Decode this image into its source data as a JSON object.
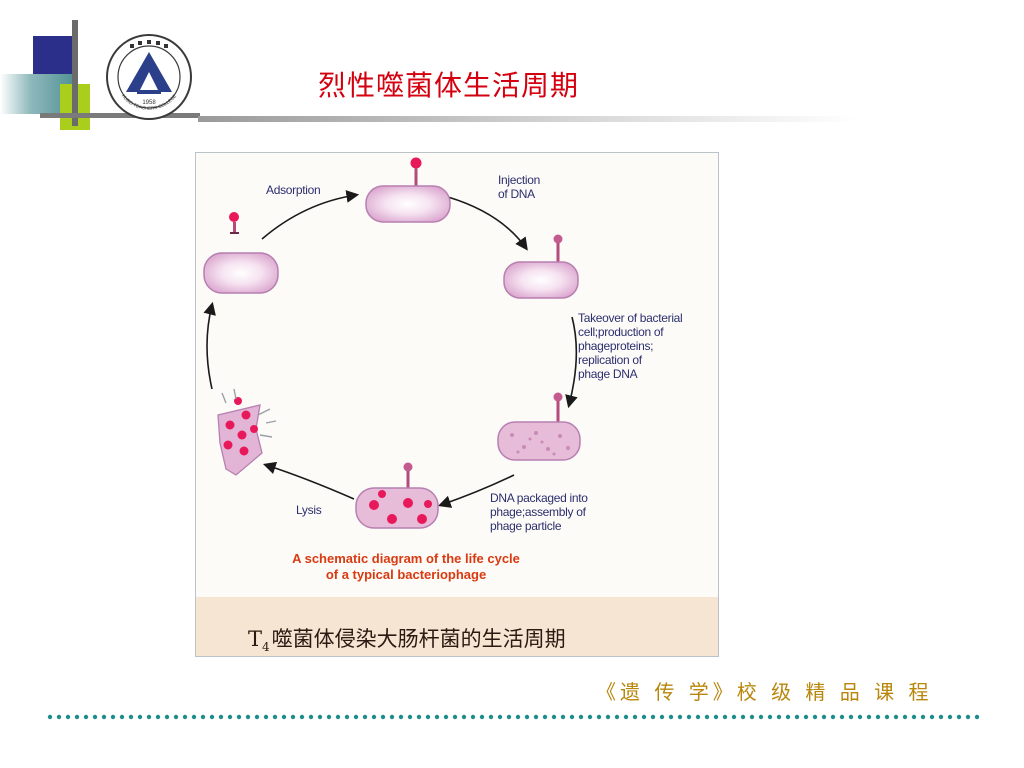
{
  "slide": {
    "title": "烈性噬菌体生活周期",
    "course_name": "《遗 传 学》校 级 精 品 课 程"
  },
  "logo": {
    "year": "1958",
    "caption": "HUBEI TEACHERS COLLEGE"
  },
  "diagram": {
    "stage_labels": {
      "adsorption": "Adsorption",
      "injection": "Injection\nof DNA",
      "takeover": "Takeover of bacterial\ncell;production of\nphageproteins;\nreplication of\nphage DNA",
      "packaging": "DNA packaged into\nphage;assembly of\nphage particle",
      "lysis": "Lysis"
    },
    "caption_en": "A schematic diagram of the life cycle\nof a typical bacteriophage",
    "caption_cn_prefix": "T",
    "caption_cn_subscript": "4",
    "caption_cn": "噬菌体侵染大肠杆菌的生活周期"
  },
  "colors": {
    "title": "#d4000f",
    "cell_fill": "#e9b8de",
    "cell_stroke": "#b77fb0",
    "phage_head": "#e8195a",
    "label_text": "#2b2f6e",
    "caption_en": "#d93a10",
    "caption_band": "#f6e5d3",
    "course_name": "#b8860b",
    "dots": "#1f8c8c"
  }
}
